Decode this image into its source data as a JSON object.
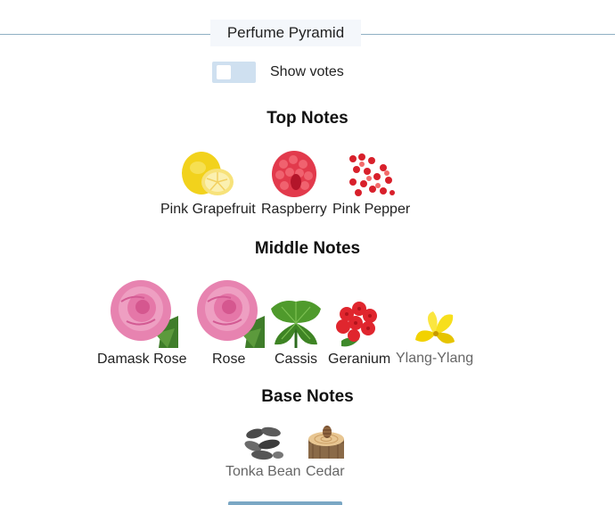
{
  "header": {
    "title": "Perfume Pyramid"
  },
  "toggle": {
    "label": "Show votes",
    "on": false
  },
  "sections": {
    "top": {
      "title": "Top Notes",
      "notes": [
        "Pink Grapefruit",
        "Raspberry",
        "Pink Pepper"
      ]
    },
    "middle": {
      "title": "Middle Notes",
      "notes": [
        "Damask Rose",
        "Rose",
        "Cassis",
        "Geranium",
        "Ylang-Ylang"
      ]
    },
    "base": {
      "title": "Base Notes",
      "notes": [
        "Tonka Bean",
        "Cedar"
      ]
    }
  },
  "icons": {
    "grapefruit": "grapefruit-icon",
    "raspberry": "raspberry-icon",
    "pepper": "pink-pepper-icon",
    "rose": "rose-icon",
    "cassis": "cassis-leaf-icon",
    "geranium": "geranium-icon",
    "ylang": "ylang-ylang-icon",
    "tonka": "tonka-bean-icon",
    "cedar": "cedar-icon"
  },
  "colors": {
    "divider": "#8fb0c4",
    "toggle_bg": "#cfe0f0",
    "label_dark": "#222222",
    "label_grey": "#666666"
  }
}
